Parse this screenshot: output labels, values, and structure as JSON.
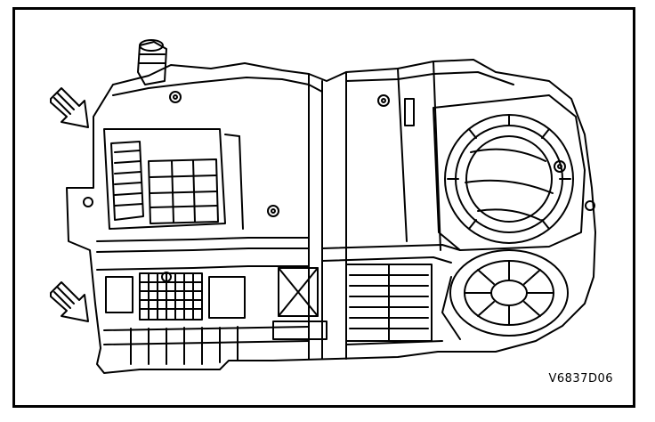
{
  "figure": {
    "code": "V6837D06",
    "colors": {
      "line": "#000000",
      "paper": "#ffffff"
    }
  },
  "arrows": [
    {
      "name": "airflow-arrow-upper",
      "direction": "down-right"
    },
    {
      "name": "airflow-arrow-lower",
      "direction": "down-right"
    }
  ]
}
